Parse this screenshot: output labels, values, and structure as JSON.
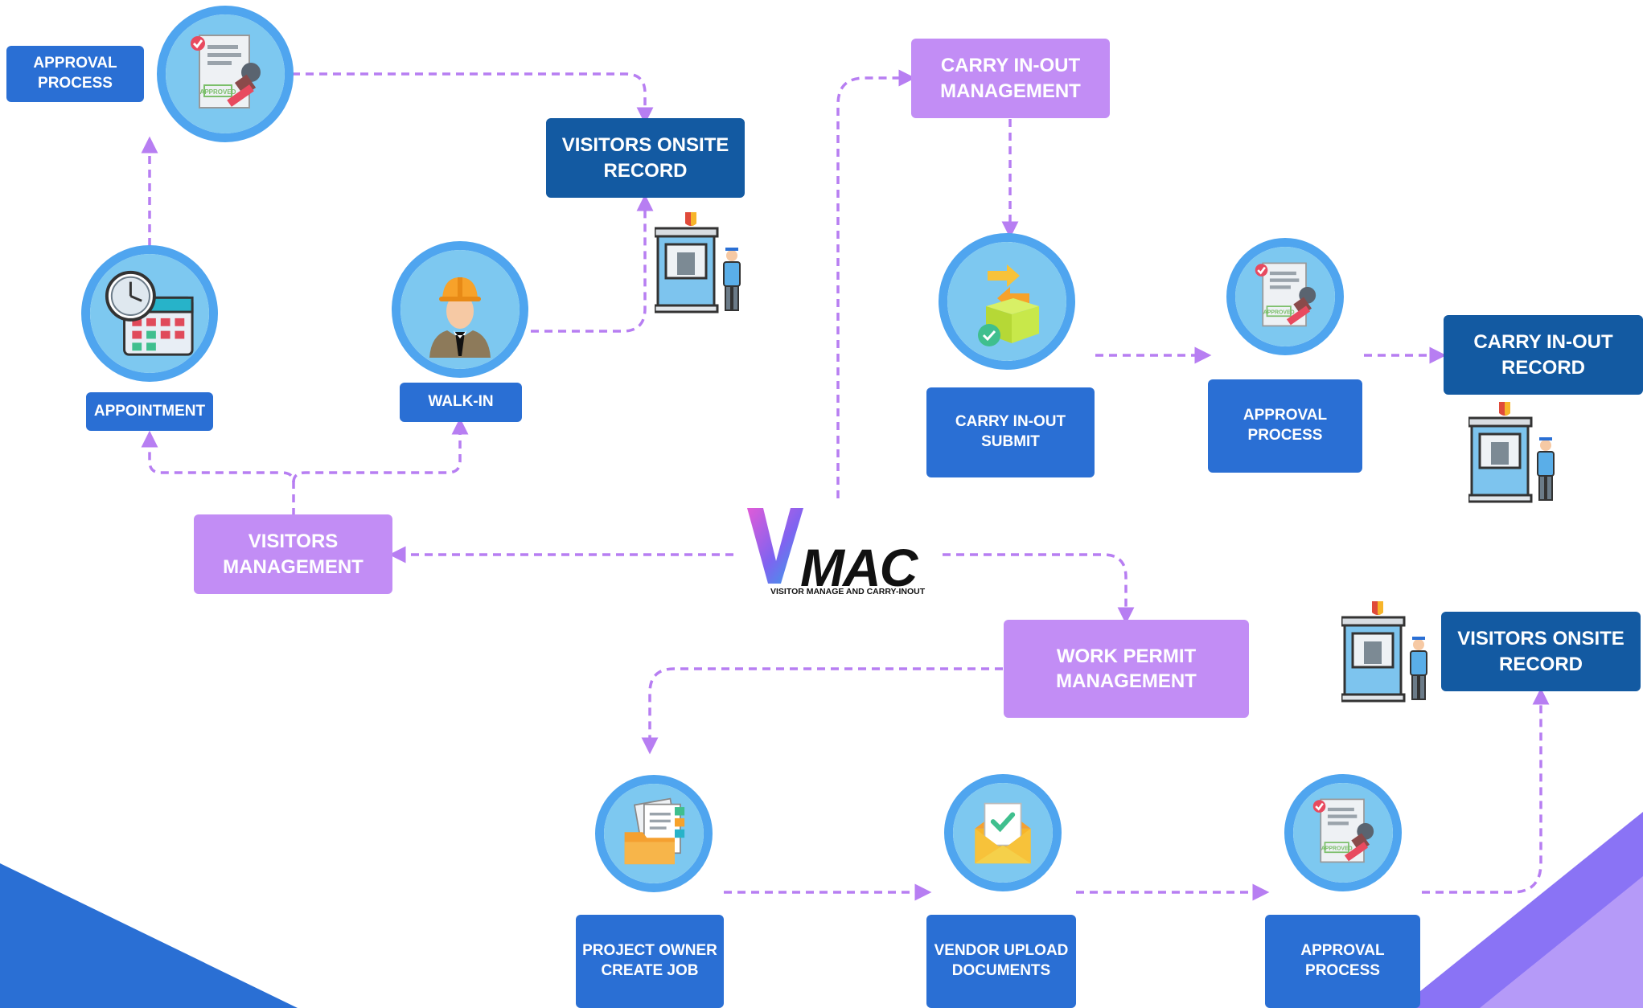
{
  "logo": {
    "wordmark": "MAC",
    "tagline": "VISITOR MANAGE AND CARRY-INOUT"
  },
  "visitors": {
    "management": "VISITORS\nMANAGEMENT",
    "appointment": "APPOINTMENT",
    "walk_in": "WALK-IN",
    "approval": "APPROVAL\nPROCESS",
    "onsite_record": "VISITORS ONSITE\nRECORD"
  },
  "carry": {
    "management": "CARRY IN-OUT\nMANAGEMENT",
    "submit": "CARRY IN-OUT\nSUBMIT",
    "approval": "APPROVAL\nPROCESS",
    "record": "CARRY IN-OUT\nRECORD"
  },
  "work_permit": {
    "management": "WORK PERMIT\nMANAGEMENT",
    "create_job": "PROJECT OWNER\nCREATE JOB",
    "upload": "VENDOR UPLOAD\nDOCUMENTS",
    "approval": "APPROVAL\nPROCESS",
    "onsite_record": "VISITORS ONSITE\nRECORD"
  },
  "stamp_label": "APPROVED",
  "colors": {
    "step_box": "#2a6fd4",
    "record_box": "#135aa2",
    "management_box": "#c28df5",
    "connector": "#b77ef2",
    "icon_ring": "#4fa5ef",
    "corner_blue": "#2a6fd4",
    "corner_purple": "#8a73f5"
  },
  "icons": [
    "approved-stamp-icon",
    "calendar-clock-icon",
    "worker-icon",
    "guard-booth-icon",
    "package-exchange-icon",
    "documents-folder-icon",
    "email-approved-icon"
  ]
}
